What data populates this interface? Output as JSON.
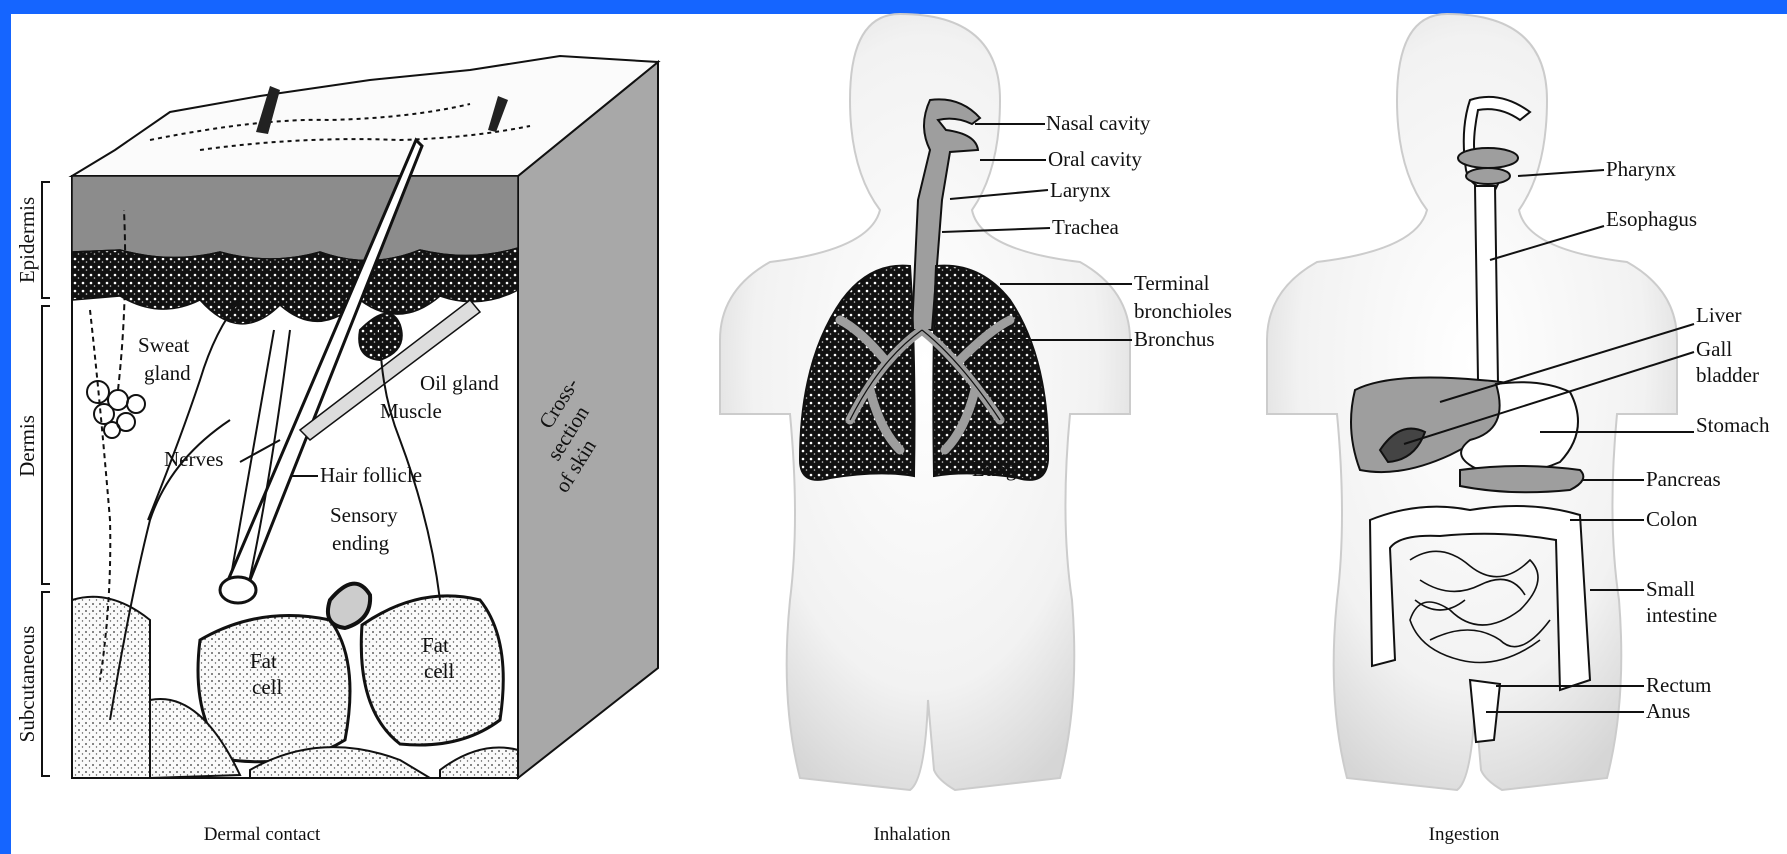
{
  "colors": {
    "border_blue": "#1565ff",
    "background": "#ffffff",
    "body_silhouette": "#e9e9e9",
    "organ_gray": "#9e9e9e",
    "skin_layer_gray": "#8c8c8c"
  },
  "panels": {
    "dermal": {
      "caption": "Dermal contact",
      "layers": {
        "epidermis": "Epidermis",
        "dermis": "Dermis",
        "subcutaneous": "Subcutaneous"
      },
      "labels": {
        "sweat_gland_1": "Sweat",
        "sweat_gland_2": "gland",
        "oil_gland": "Oil gland",
        "muscle": "Muscle",
        "nerves": "Nerves",
        "hair_follicle": "Hair follicle",
        "sensory_1": "Sensory",
        "sensory_2": "ending",
        "fat_cell_a_1": "Fat",
        "fat_cell_a_2": "cell",
        "fat_cell_b_1": "Fat",
        "fat_cell_b_2": "cell",
        "cross_1": "Cross-",
        "cross_2": "section",
        "cross_3": "of skin"
      }
    },
    "inhalation": {
      "caption": "Inhalation",
      "labels": {
        "nasal_cavity": "Nasal cavity",
        "oral_cavity": "Oral cavity",
        "larynx": "Larynx",
        "trachea": "Trachea",
        "terminal_1": "Terminal",
        "terminal_2": "bronchioles",
        "bronchus": "Bronchus",
        "lung": "Lung"
      }
    },
    "ingestion": {
      "caption": "Ingestion",
      "labels": {
        "pharynx": "Pharynx",
        "esophagus": "Esophagus",
        "liver": "Liver",
        "gall_1": "Gall",
        "gall_2": "bladder",
        "stomach": "Stomach",
        "pancreas": "Pancreas",
        "colon": "Colon",
        "small_1": "Small",
        "small_2": "intestine",
        "rectum": "Rectum",
        "anus": "Anus"
      }
    }
  }
}
